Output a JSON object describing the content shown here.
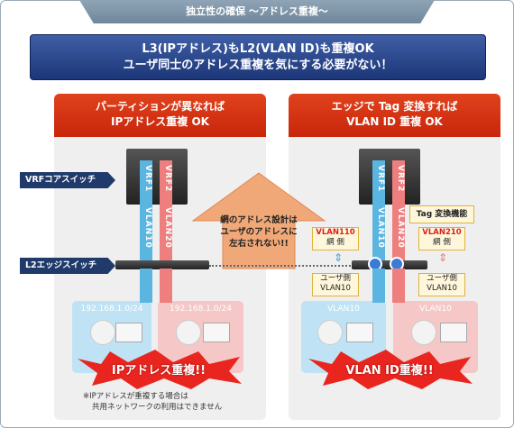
{
  "title": "独立性の確保 〜アドレス重複〜",
  "banner": {
    "line1": "L3(IPアドレス)もL2(VLAN ID)も重複OK",
    "line2": "ユーザ同士のアドレス重複を気にする必要がない！"
  },
  "left": {
    "head1": "パーティションが異なれば",
    "head2": "IPアドレス重複 OK",
    "vrf1": "VRF1",
    "vrf2": "VRF2",
    "vlan10": "VLAN10",
    "vlan20": "VLAN20",
    "ip1": "192.168.1.0/24",
    "ip2": "192.168.1.0/24",
    "burst": "IPアドレス重複!!",
    "note1": "※IPアドレスが重複する場合は",
    "note2": "共用ネットワークの利用はできません"
  },
  "labels": {
    "core": "VRFコアスイッチ",
    "edge": "L2エッジスイッチ"
  },
  "arrow": {
    "line1": "網のアドレス設計は",
    "line2": "ユーザのアドレスに",
    "line3": "左右されない!!"
  },
  "right": {
    "head1": "エッジで Tag 変換すれば",
    "head2": "VLAN ID 重複 OK",
    "vrf1": "VRF1",
    "vrf2": "VRF2",
    "vlan10": "VLAN10",
    "vlan20": "VLAN20",
    "tag": "Tag 変換機能",
    "net1_vlan": "VLAN110",
    "net1_side": "網 側",
    "net2_vlan": "VLAN210",
    "net2_side": "網 側",
    "user1_side": "ユーザ側",
    "user1_vlan": "VLAN10",
    "user2_side": "ユーザ側",
    "user2_vlan": "VLAN10",
    "zone1": "VLAN10",
    "zone2": "VLAN10",
    "burst": "VLAN ID重複!!"
  }
}
